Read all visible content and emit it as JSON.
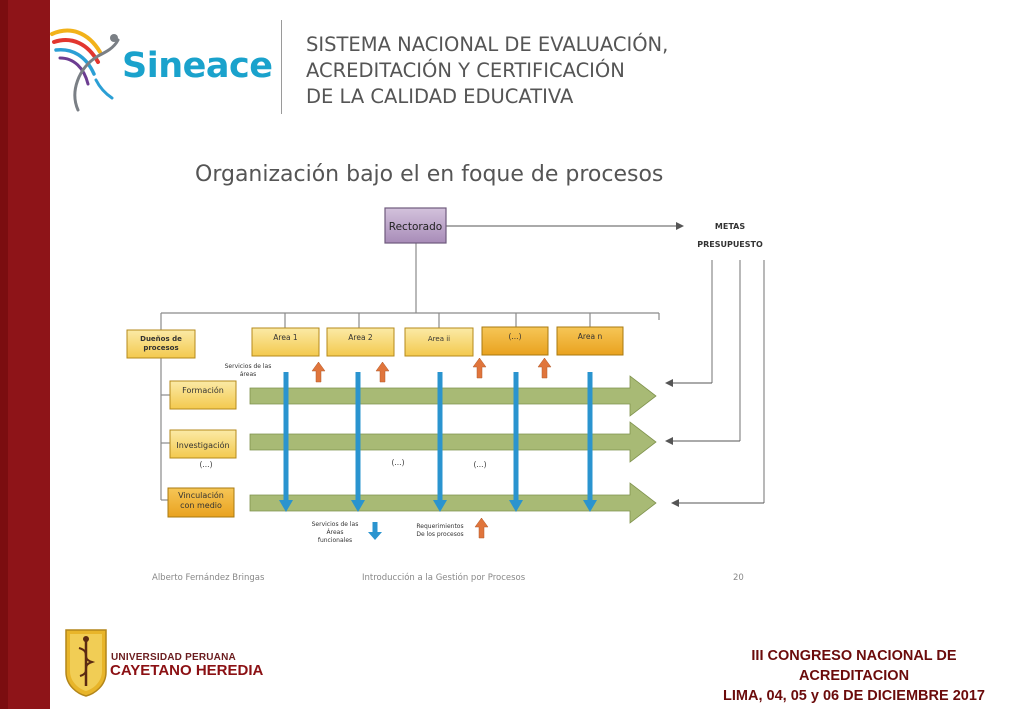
{
  "header": {
    "logo_word": "Sineace",
    "lines": [
      "SISTEMA NACIONAL DE EVALUACIÓN,",
      "ACREDITACIÓN Y CERTIFICACIÓN",
      "DE LA CALIDAD EDUCATIVA"
    ]
  },
  "diagram": {
    "title": "Organización bajo el en foque de procesos",
    "rectorado": "Rectorado",
    "metas": "METAS",
    "presupuesto": "PRESUPUESTO",
    "duenos": [
      "Dueños de",
      "procesos"
    ],
    "areas": [
      "Area 1",
      "Area 2",
      "Area ii",
      "(...)",
      "Area n"
    ],
    "processes": [
      "Formación",
      "Investigación"
    ],
    "vinculacion": [
      "Vinculación",
      "con medio"
    ],
    "ellipsis_1": "(...)",
    "ellipsis_2": "(...)",
    "ellipsis_3": "(...)",
    "servicios_top": [
      "Servicios de las",
      "áreas"
    ],
    "servicios_bottom": [
      "Servicios de las",
      "Áreas",
      "funcionales"
    ],
    "requerimientos": [
      "Requerimientos",
      "De los procesos"
    ]
  },
  "footer": {
    "author": "Alberto Fernández Bringas",
    "course": "Introducción  a la Gestión por Procesos",
    "page": "20"
  },
  "university": {
    "line1": "UNIVERSIDAD PERUANA",
    "line2": "CAYETANO HEREDIA"
  },
  "congress": [
    "III CONGRESO NACIONAL DE",
    "ACREDITACION",
    "LIMA, 04, 05 y 06 DE DICIEMBRE 2017"
  ],
  "colors": {
    "sidebar": "#8e1418",
    "sineace_blue": "#1aa2cc",
    "rectorado_fill": "#b9a2c6",
    "area_light": "#f7da7a",
    "area_dark": "#f2b431",
    "process_arrow": "#a9bb76",
    "service_arrow": "#2a94cf",
    "requirement_arrow": "#e0753c"
  }
}
